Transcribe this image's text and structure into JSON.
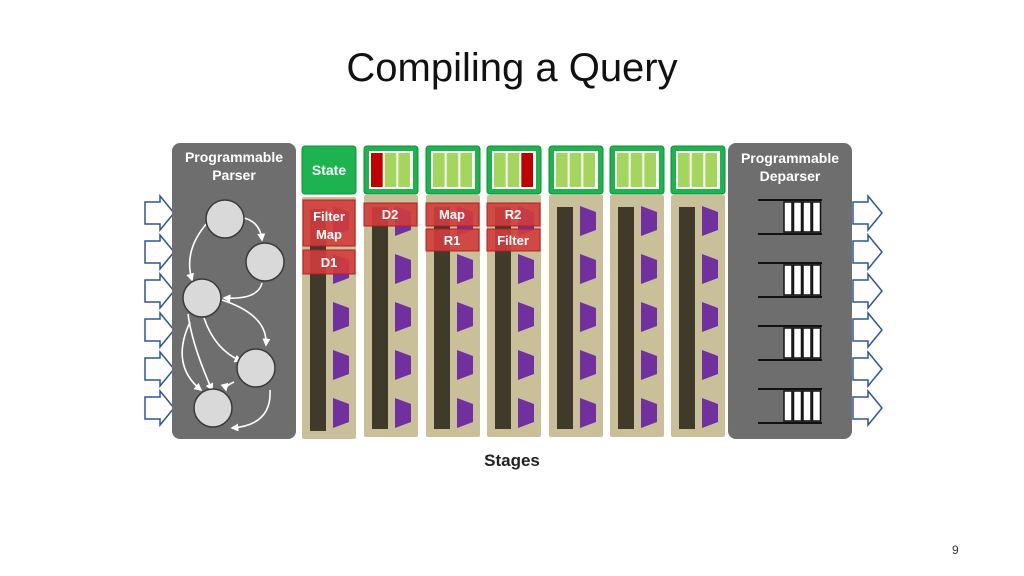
{
  "slide": {
    "title": "Compiling a Query",
    "page_number": "9"
  },
  "diagram": {
    "parser_label_line1": "Programmable",
    "parser_label_line2": "Parser",
    "deparser_label_line1": "Programmable",
    "deparser_label_line2": "Deparser",
    "state_label": "State",
    "stages_label": "Stages",
    "stage1_ops": [
      "Filter",
      "Map",
      "D1"
    ],
    "stage2_ops": [
      "D2"
    ],
    "stage3_ops": [
      "Map",
      "R1"
    ],
    "stage4_ops": [
      "R2",
      "Filter"
    ],
    "colors": {
      "module_gray": "#6e6e6e",
      "stage_tan": "#c9c09a",
      "green": "#1db450",
      "light_green": "#a4d65e",
      "red_op": "#d23c3c",
      "purple": "#7030a0",
      "bar_dark": "#3f3a2a",
      "arrow_blue": "#2f5597"
    }
  }
}
